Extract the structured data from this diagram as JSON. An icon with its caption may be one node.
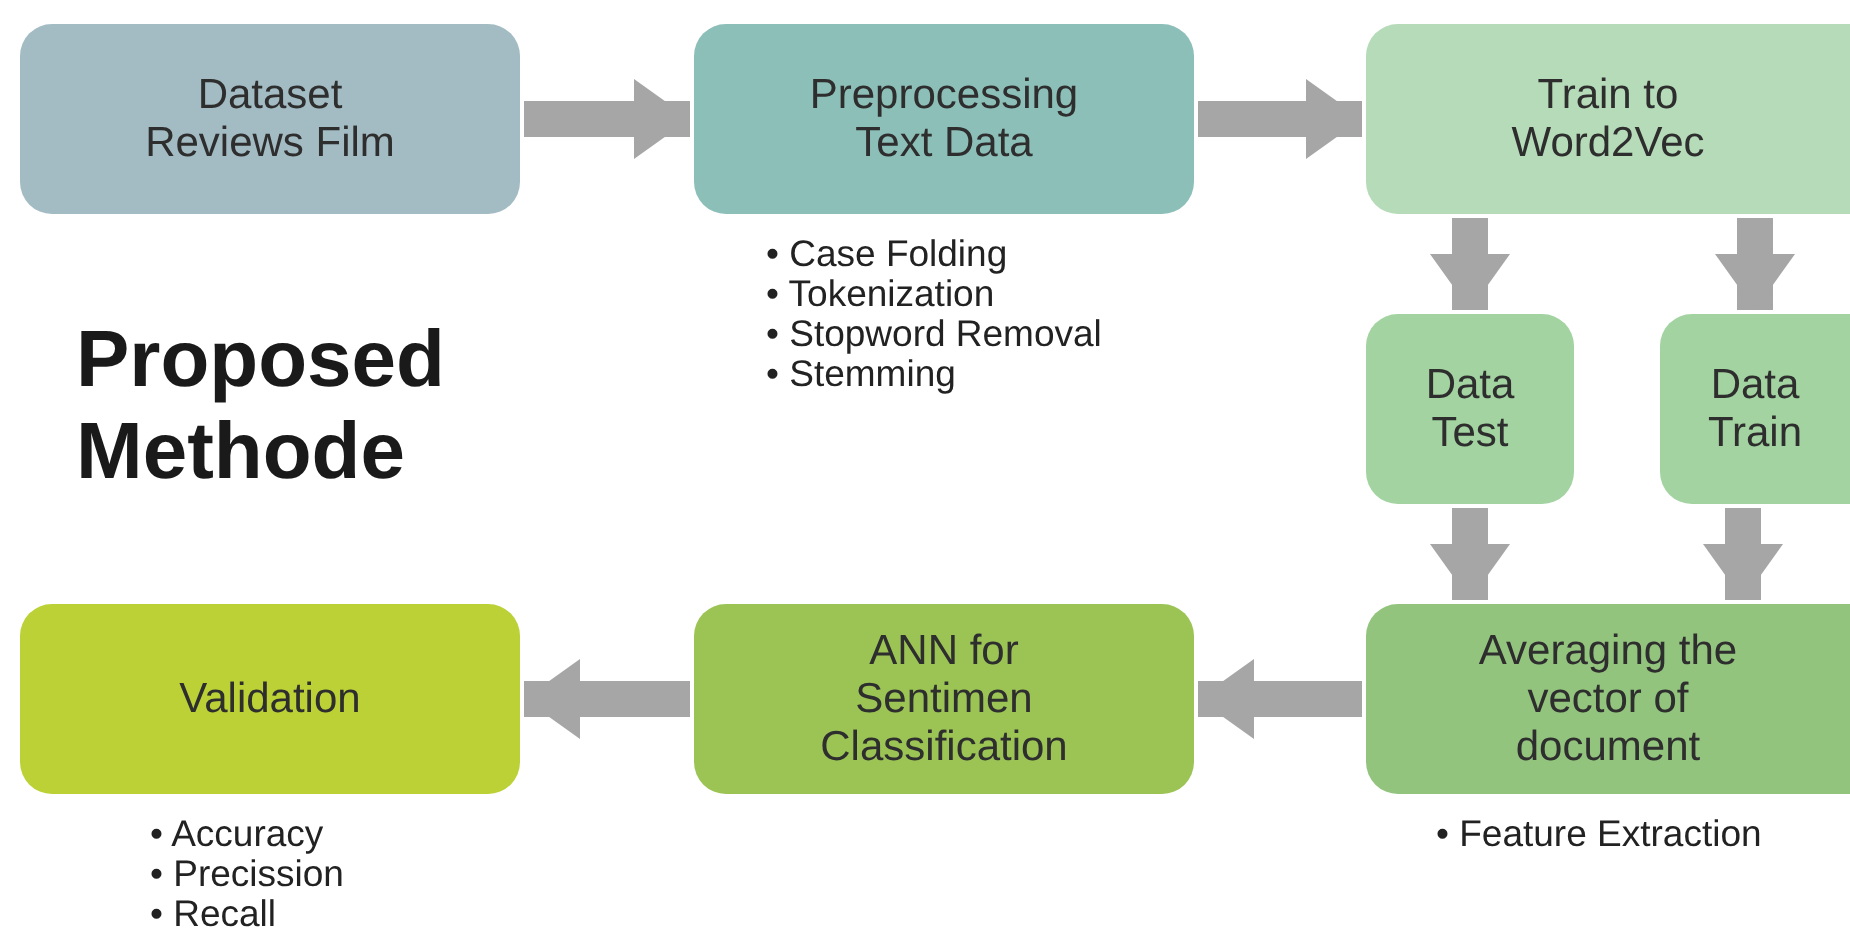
{
  "diagram": {
    "title": "Proposed Methode",
    "nodes": [
      {
        "text": [
          "Dataset Reviews Film"
        ]
      },
      {
        "text": [
          "Preprocessing Text Data"
        ],
        "beside": [
          "• Case Folding",
          "• Tokenization",
          "• Stopword Removal",
          "• Stemming"
        ]
      },
      {
        "text": [
          "Train to Word2Vec"
        ]
      },
      {
        "text": [
          "Data Test"
        ]
      },
      {
        "text": [
          "Data Train"
        ]
      },
      {
        "text": [
          "Averaging the vector of document"
        ],
        "beside": [
          "• Feature Extraction"
        ]
      },
      {
        "text": [
          "ANN for Sentimen Classification"
        ]
      },
      {
        "text": [
          "Validation"
        ],
        "beside": [
          "• Accuracy",
          "• Precission",
          "• Recall"
        ]
      }
    ],
    "edges": [
      {
        "from": 0,
        "to": 1,
        "arrow": "to"
      },
      {
        "from": 1,
        "to": 2,
        "arrow": "to"
      },
      {
        "from": 2,
        "to": 3,
        "arrow": "to"
      },
      {
        "from": 2,
        "to": 4,
        "arrow": "to"
      },
      {
        "from": 3,
        "to": 5,
        "arrow": "to"
      },
      {
        "from": 4,
        "to": 5,
        "arrow": "to"
      },
      {
        "from": 5,
        "to": 6,
        "arrow": "to"
      },
      {
        "from": 6,
        "to": 7,
        "arrow": "to"
      }
    ]
  }
}
